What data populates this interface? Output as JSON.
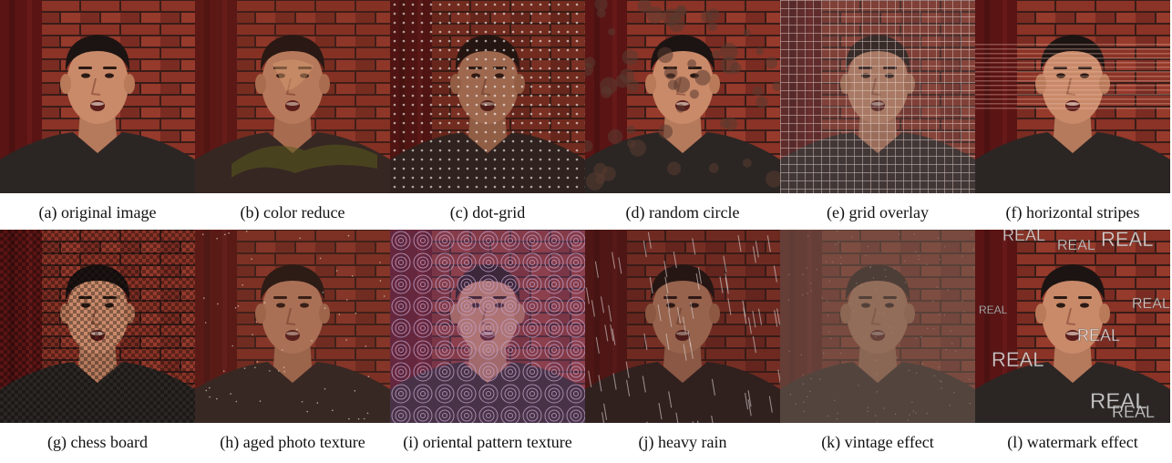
{
  "figure": {
    "panels": [
      {
        "caption": "(a) original image",
        "effect": "original"
      },
      {
        "caption": "(b) color reduce",
        "effect": "color-reduce"
      },
      {
        "caption": "(c) dot-grid",
        "effect": "dot-grid"
      },
      {
        "caption": "(d) random circle",
        "effect": "random-circle"
      },
      {
        "caption": "(e) grid overlay",
        "effect": "grid-overlay"
      },
      {
        "caption": "(f) horizontal stripes",
        "effect": "horizontal-stripes"
      },
      {
        "caption": "(g) chess board",
        "effect": "chess-board"
      },
      {
        "caption": "(h) aged photo texture",
        "effect": "aged-photo"
      },
      {
        "caption": "(i) oriental pattern texture",
        "effect": "oriental-pattern"
      },
      {
        "caption": "(j) heavy rain",
        "effect": "heavy-rain"
      },
      {
        "caption": "(k) vintage effect",
        "effect": "vintage"
      },
      {
        "caption": "(l) watermark effect",
        "effect": "watermark",
        "watermark_text": "REAL"
      }
    ],
    "colors": {
      "brick": "#8a3326",
      "mortar": "#3a1c18",
      "curtain": "#5a1414",
      "skin": "#c98a6a",
      "shirt": "#2b2624"
    }
  }
}
